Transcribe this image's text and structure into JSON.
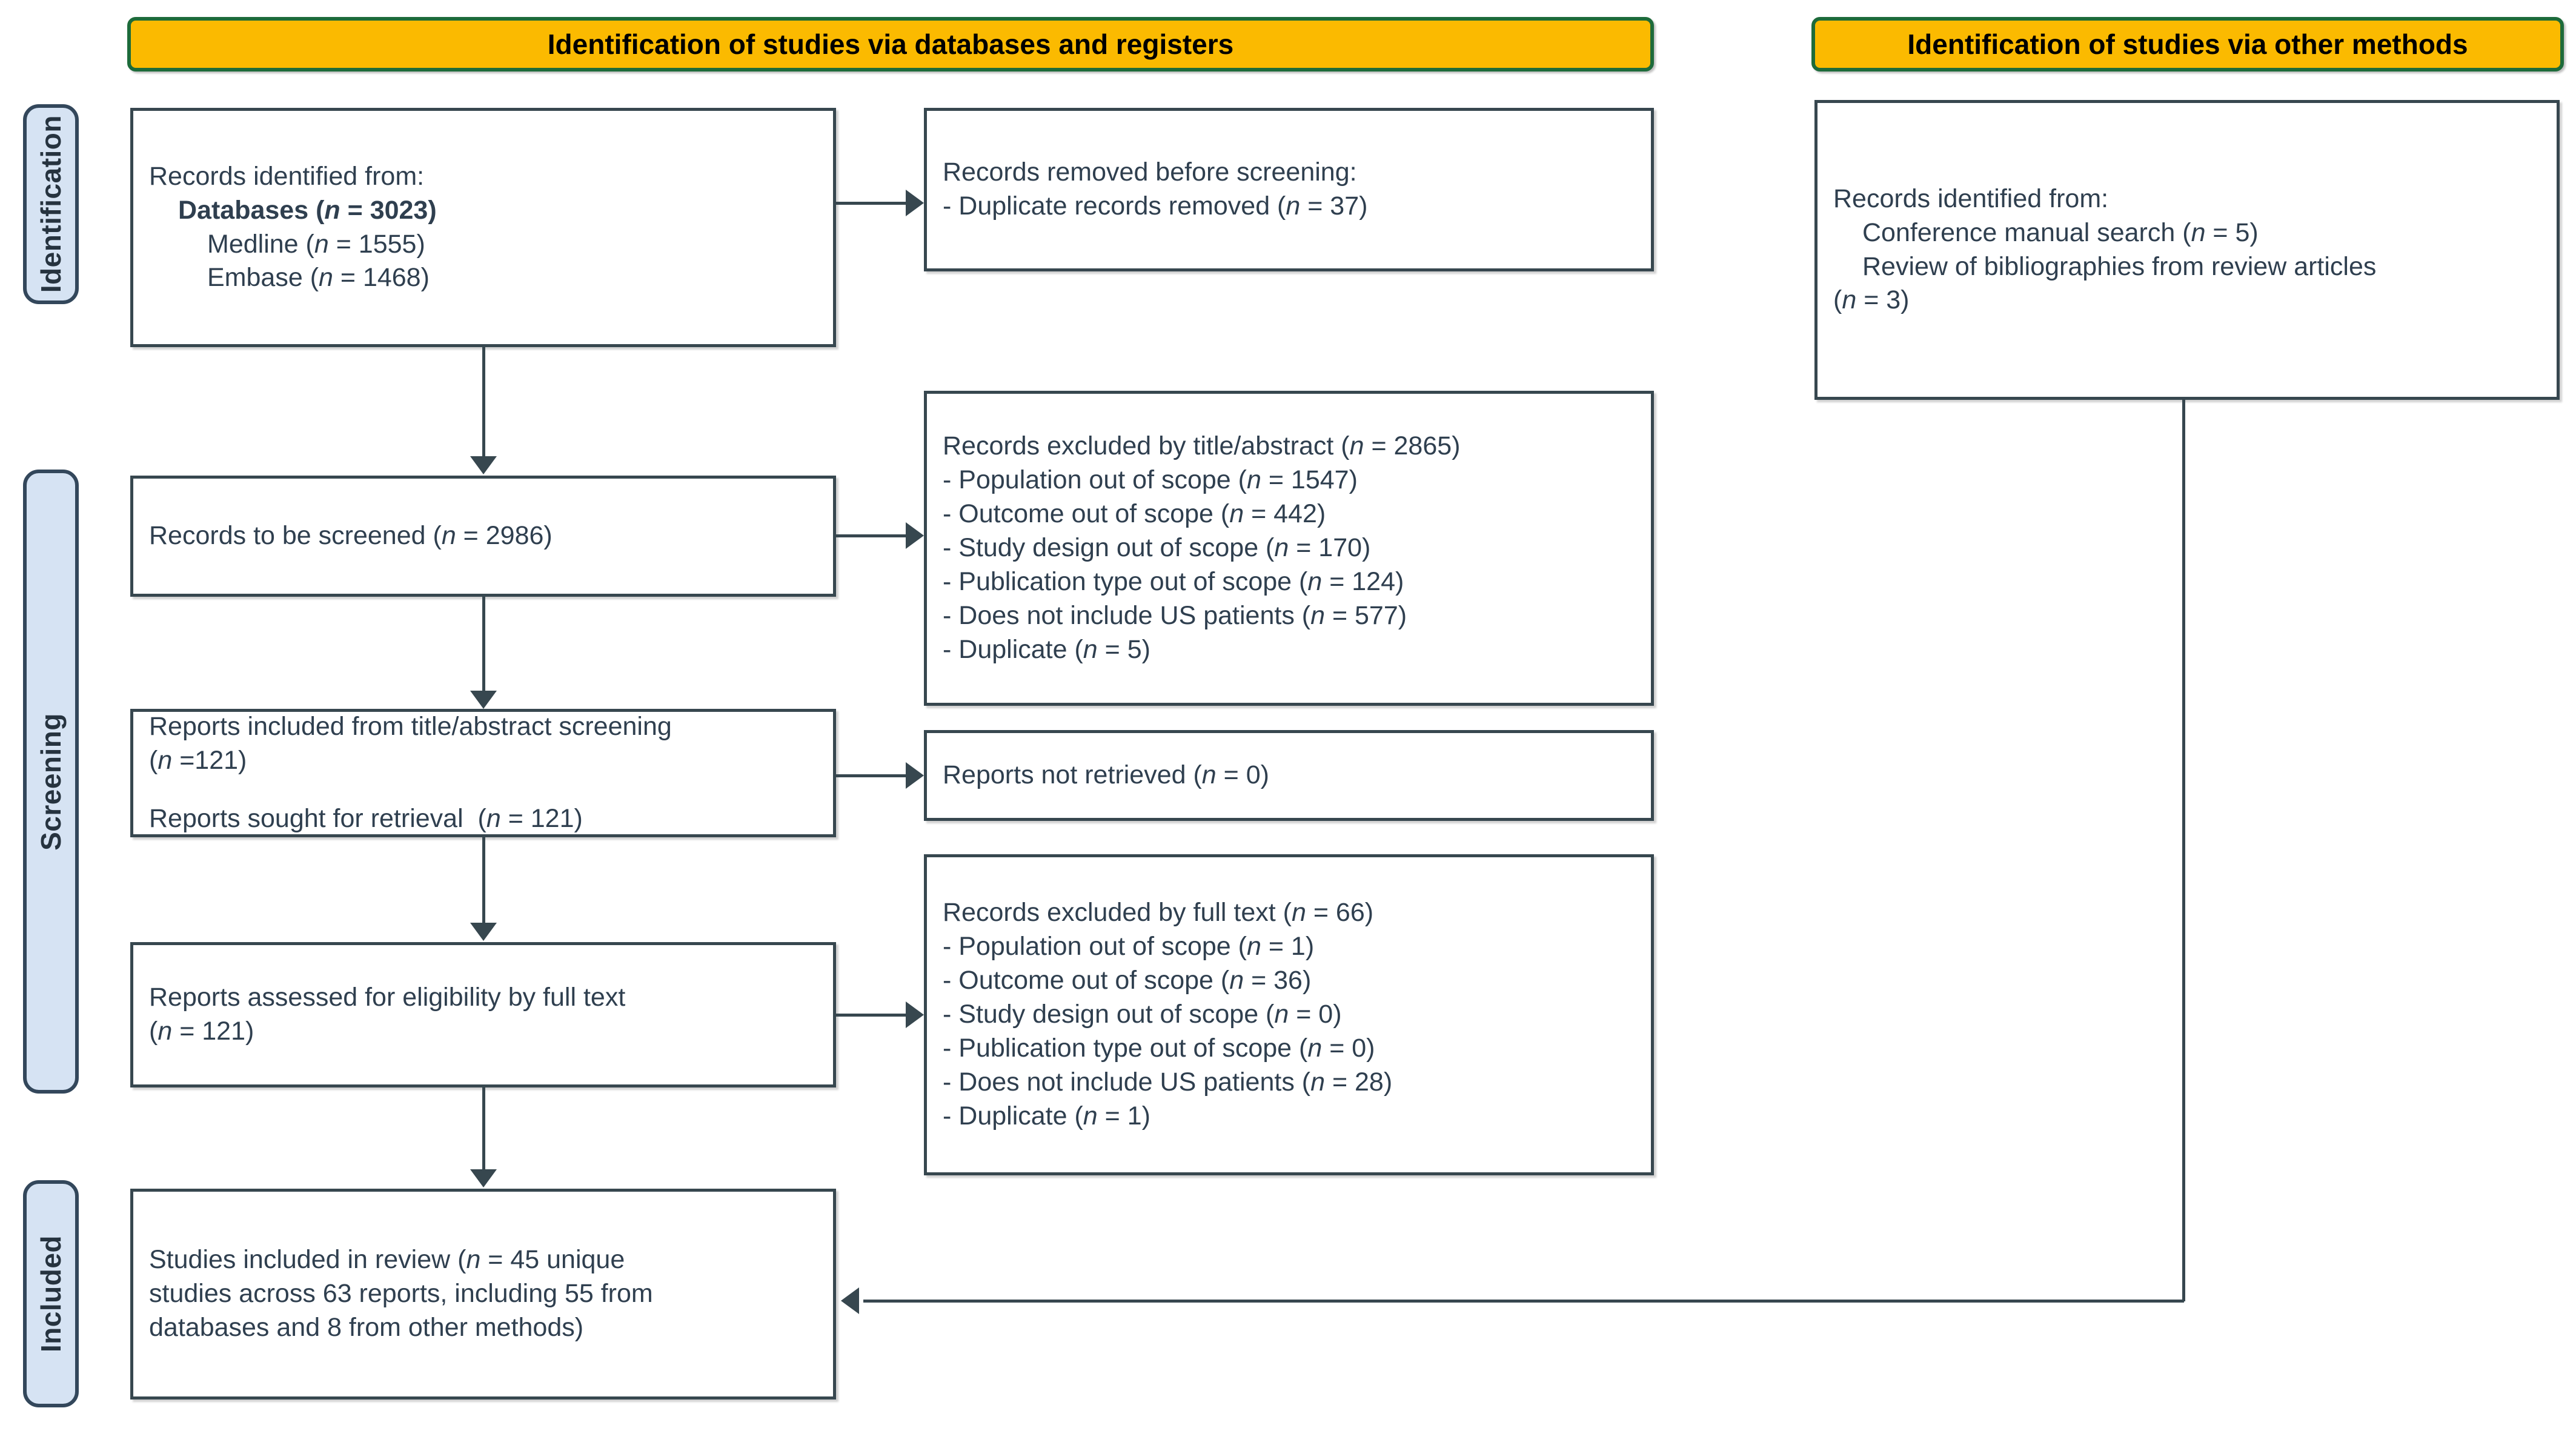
{
  "phases": [
    {
      "label": "Identification"
    },
    {
      "label": "Screening"
    },
    {
      "label": "Included"
    }
  ],
  "headers": {
    "databases": "Identification of studies via databases and registers",
    "other": "Identification of studies via other methods"
  },
  "boxes": {
    "records_identified": {
      "lines": [
        "Records identified from:",
        "Databases (n = 3023)",
        "Medline (n = 1555)",
        "Embase (n = 1468)"
      ]
    },
    "records_removed": {
      "lines": [
        "Records removed before screening:",
        "- Duplicate records removed (n = 37)"
      ]
    },
    "records_screened": {
      "lines": [
        "Records to be screened (n = 2986)"
      ]
    },
    "records_excluded_title_abstract": {
      "lines": [
        "Records excluded by title/abstract (n = 2865)",
        "- Population out of scope (n = 1547)",
        "- Outcome out of scope (n = 442)",
        "- Study design out of scope (n = 170)",
        "- Publication type out of scope (n = 124)",
        "- Does not include US patients (n = 577)",
        "- Duplicate (n = 5)"
      ]
    },
    "reports_included_sought": {
      "lines": [
        "Reports included from title/abstract screening",
        "(n =121)",
        "Reports sought for retrieval  (n = 121)"
      ]
    },
    "reports_not_retrieved": {
      "lines": [
        "Reports not retrieved (n = 0)"
      ]
    },
    "reports_assessed": {
      "lines": [
        "Reports assessed for eligibility by full text",
        "(n = 121)"
      ]
    },
    "records_excluded_full_text": {
      "lines": [
        "Records excluded by full text (n = 66)",
        "- Population out of scope (n = 1)",
        "- Outcome out of scope (n = 36)",
        "- Study design out of scope (n = 0)",
        "- Publication type out of scope (n = 0)",
        "- Does not include US patients (n = 28)",
        "- Duplicate (n = 1)"
      ]
    },
    "studies_included": {
      "lines": [
        "Studies included in review (n = 45 unique",
        "studies across 63 reports, including 55 from",
        "databases and 8 from other methods)"
      ]
    },
    "records_identified_other": {
      "lines": [
        "Records identified from:",
        "Conference manual search (n = 5)",
        "Review of bibliographies from review articles",
        "(n = 3)"
      ]
    }
  },
  "colors": {
    "header_fill": "#fbba00",
    "header_border": "#1d6b3a",
    "phase_fill": "#d6e3f3",
    "box_border": "#37474f",
    "text": "#2f3f4f"
  }
}
